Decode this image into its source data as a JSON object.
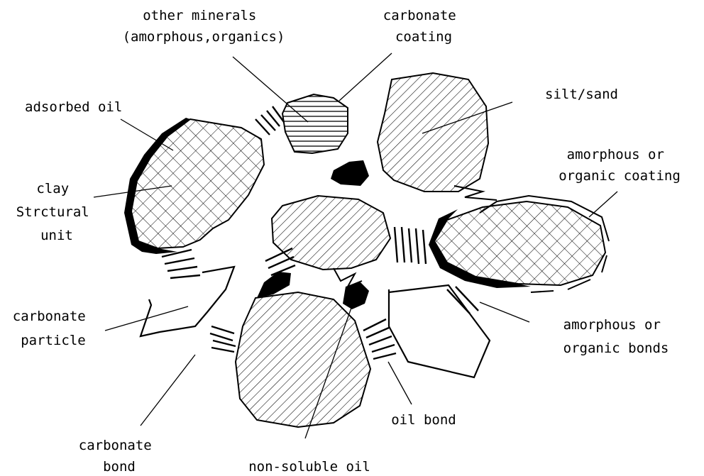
{
  "labels": {
    "other_minerals": [
      "other minerals",
      "(amorphous,organics)"
    ],
    "carbonate_coating": [
      "carbonate",
      "coating"
    ],
    "silt_sand": [
      "silt/sand"
    ],
    "adsorbed_oil": [
      "adsorbed oil"
    ],
    "amorphous_coating": [
      "amorphous or",
      "organic coating"
    ],
    "clay": [
      "clay",
      "Strctural",
      "unit"
    ],
    "carbonate_particle": [
      "carbonate",
      "particle"
    ],
    "amorphous_bonds": [
      "amorphous or",
      "organic bonds"
    ],
    "oil_bond": [
      "oil bond"
    ],
    "carbonate_bond": [
      "carbonate",
      "bond"
    ],
    "non_soluble_oil": [
      "non-soluble oil"
    ]
  }
}
